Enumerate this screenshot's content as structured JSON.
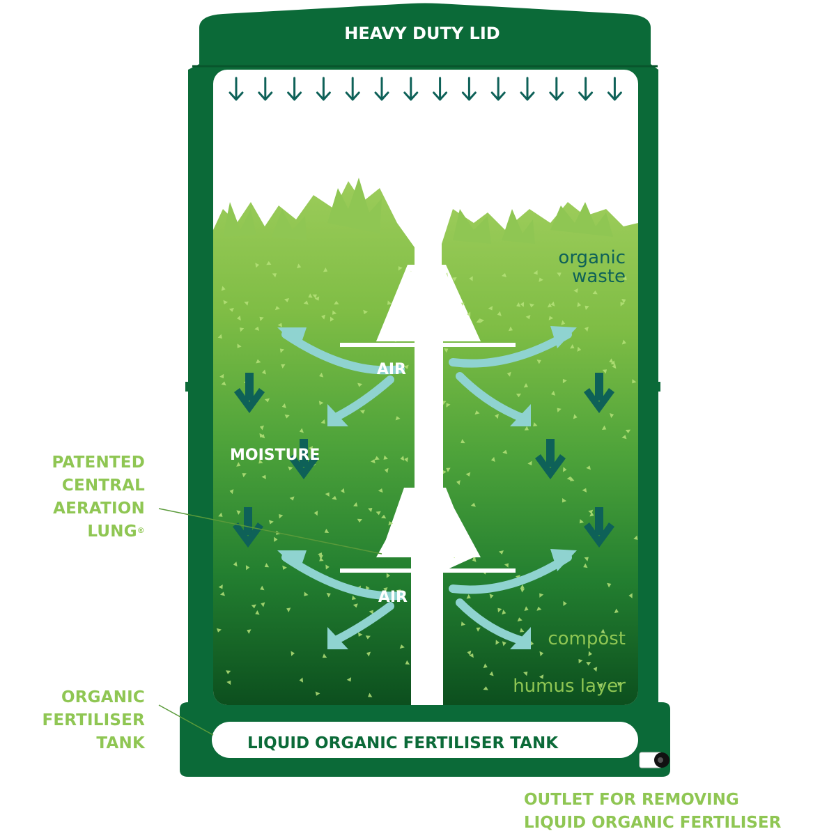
{
  "lid": {
    "label": "HEAVY DUTY LID"
  },
  "bin": {
    "organic_waste_line1": "organic",
    "organic_waste_line2": "waste",
    "air_upper": "AIR",
    "air_lower": "AIR",
    "moisture": "MOISTURE",
    "compost": "compost",
    "humus": "humus layer",
    "tank_label": "LIQUID ORGANIC FERTILISER TANK"
  },
  "callouts": {
    "lung": [
      "PATENTED",
      "CENTRAL",
      "AERATION",
      "LUNG"
    ],
    "lung_mark": "®",
    "tank": [
      "ORGANIC",
      "FERTILISER",
      "TANK"
    ],
    "outlet": [
      "OUTLET FOR REMOVING",
      "LIQUID ORGANIC FERTILISER"
    ]
  },
  "colors": {
    "bin_green": "#0b6a38",
    "light_green": "#8fc653",
    "arrow_teal": "#0e6158",
    "air_arrow": "#8fd3d0",
    "organic_text": "#0e6158"
  }
}
